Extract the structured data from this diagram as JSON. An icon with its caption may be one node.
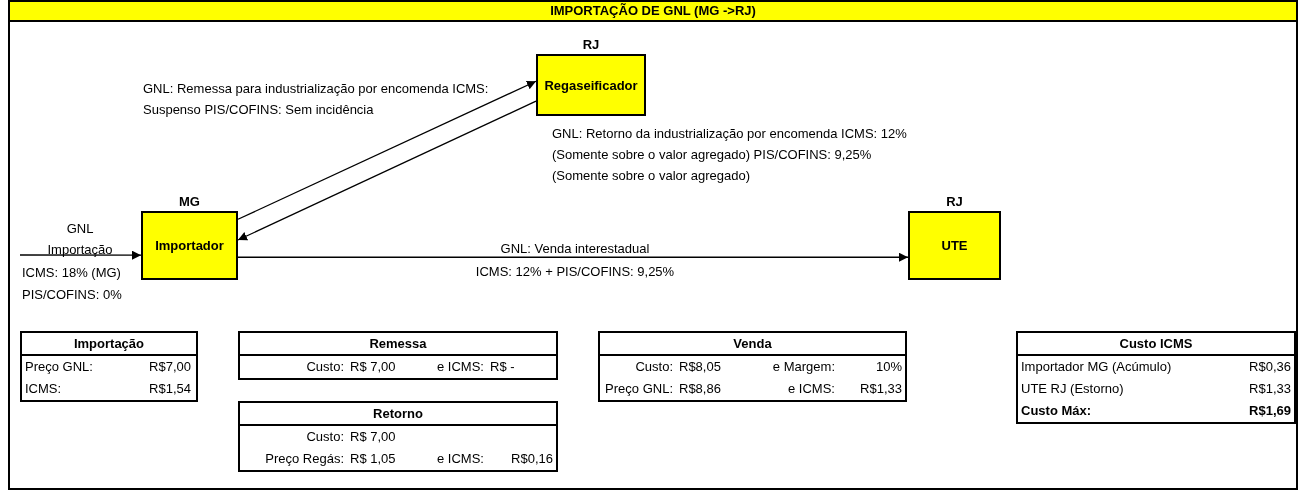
{
  "diagram": {
    "title": "IMPORTAÇÃO DE GNL (MG ->RJ)",
    "nodes": [
      {
        "text": [
          "Regaseificador"
        ],
        "beside": [
          "RJ"
        ]
      },
      {
        "text": [
          "Importador"
        ],
        "beside": [
          "MG"
        ]
      },
      {
        "text": [
          "UTE"
        ],
        "beside": [
          "RJ"
        ]
      },
      {
        "text": [
          "Importação",
          "Preço GNL:",
          "R$7,00",
          "ICMS:",
          "R$1,54"
        ]
      },
      {
        "text": [
          "Remessa",
          "Custo:",
          "R$ 7,00",
          "e ICMS:",
          "R$ -"
        ]
      },
      {
        "text": [
          "Venda",
          "Custo:",
          "R$8,05",
          "e Margem:",
          "10%",
          "Preço GNL:",
          "R$8,86",
          "e ICMS:",
          "R$1,33"
        ]
      },
      {
        "text": [
          "Custo ICMS",
          "Importador MG (Acúmulo)",
          "R$0,36",
          "UTE RJ (Estorno)",
          "R$1,33",
          "Custo Máx:",
          "R$1,69"
        ]
      },
      {
        "text": [
          "Retorno",
          "Custo:",
          "R$ 7,00",
          "Preço Regás:",
          "R$ 1,05",
          "e ICMS:",
          "R$0,16"
        ]
      }
    ],
    "edges": [
      {
        "from": null,
        "to": 1,
        "arrow": "to",
        "label": "GNL Importação"
      },
      {
        "from": 1,
        "to": 0,
        "arrow": "to",
        "label": "GNL: Remessa para industrialização por encomenda ICMS: Suspenso PIS/COFINS: Sem incidência"
      },
      {
        "from": 0,
        "to": 1,
        "arrow": "to",
        "label": "GNL: Retorno da industrialização por encomenda ICMS: 12% (Somente sobre o valor agregado) PIS/COFINS: 9,25% (Somente sobre o valor agregado)"
      },
      {
        "from": 1,
        "to": 2,
        "arrow": "to",
        "label": "GNL: Venda interestadual"
      }
    ],
    "labels": [
      "ICMS: 18% (MG)",
      "PIS/COFINS: 0%",
      "ICMS: 12% + PIS/COFINS: 9,25%"
    ]
  }
}
